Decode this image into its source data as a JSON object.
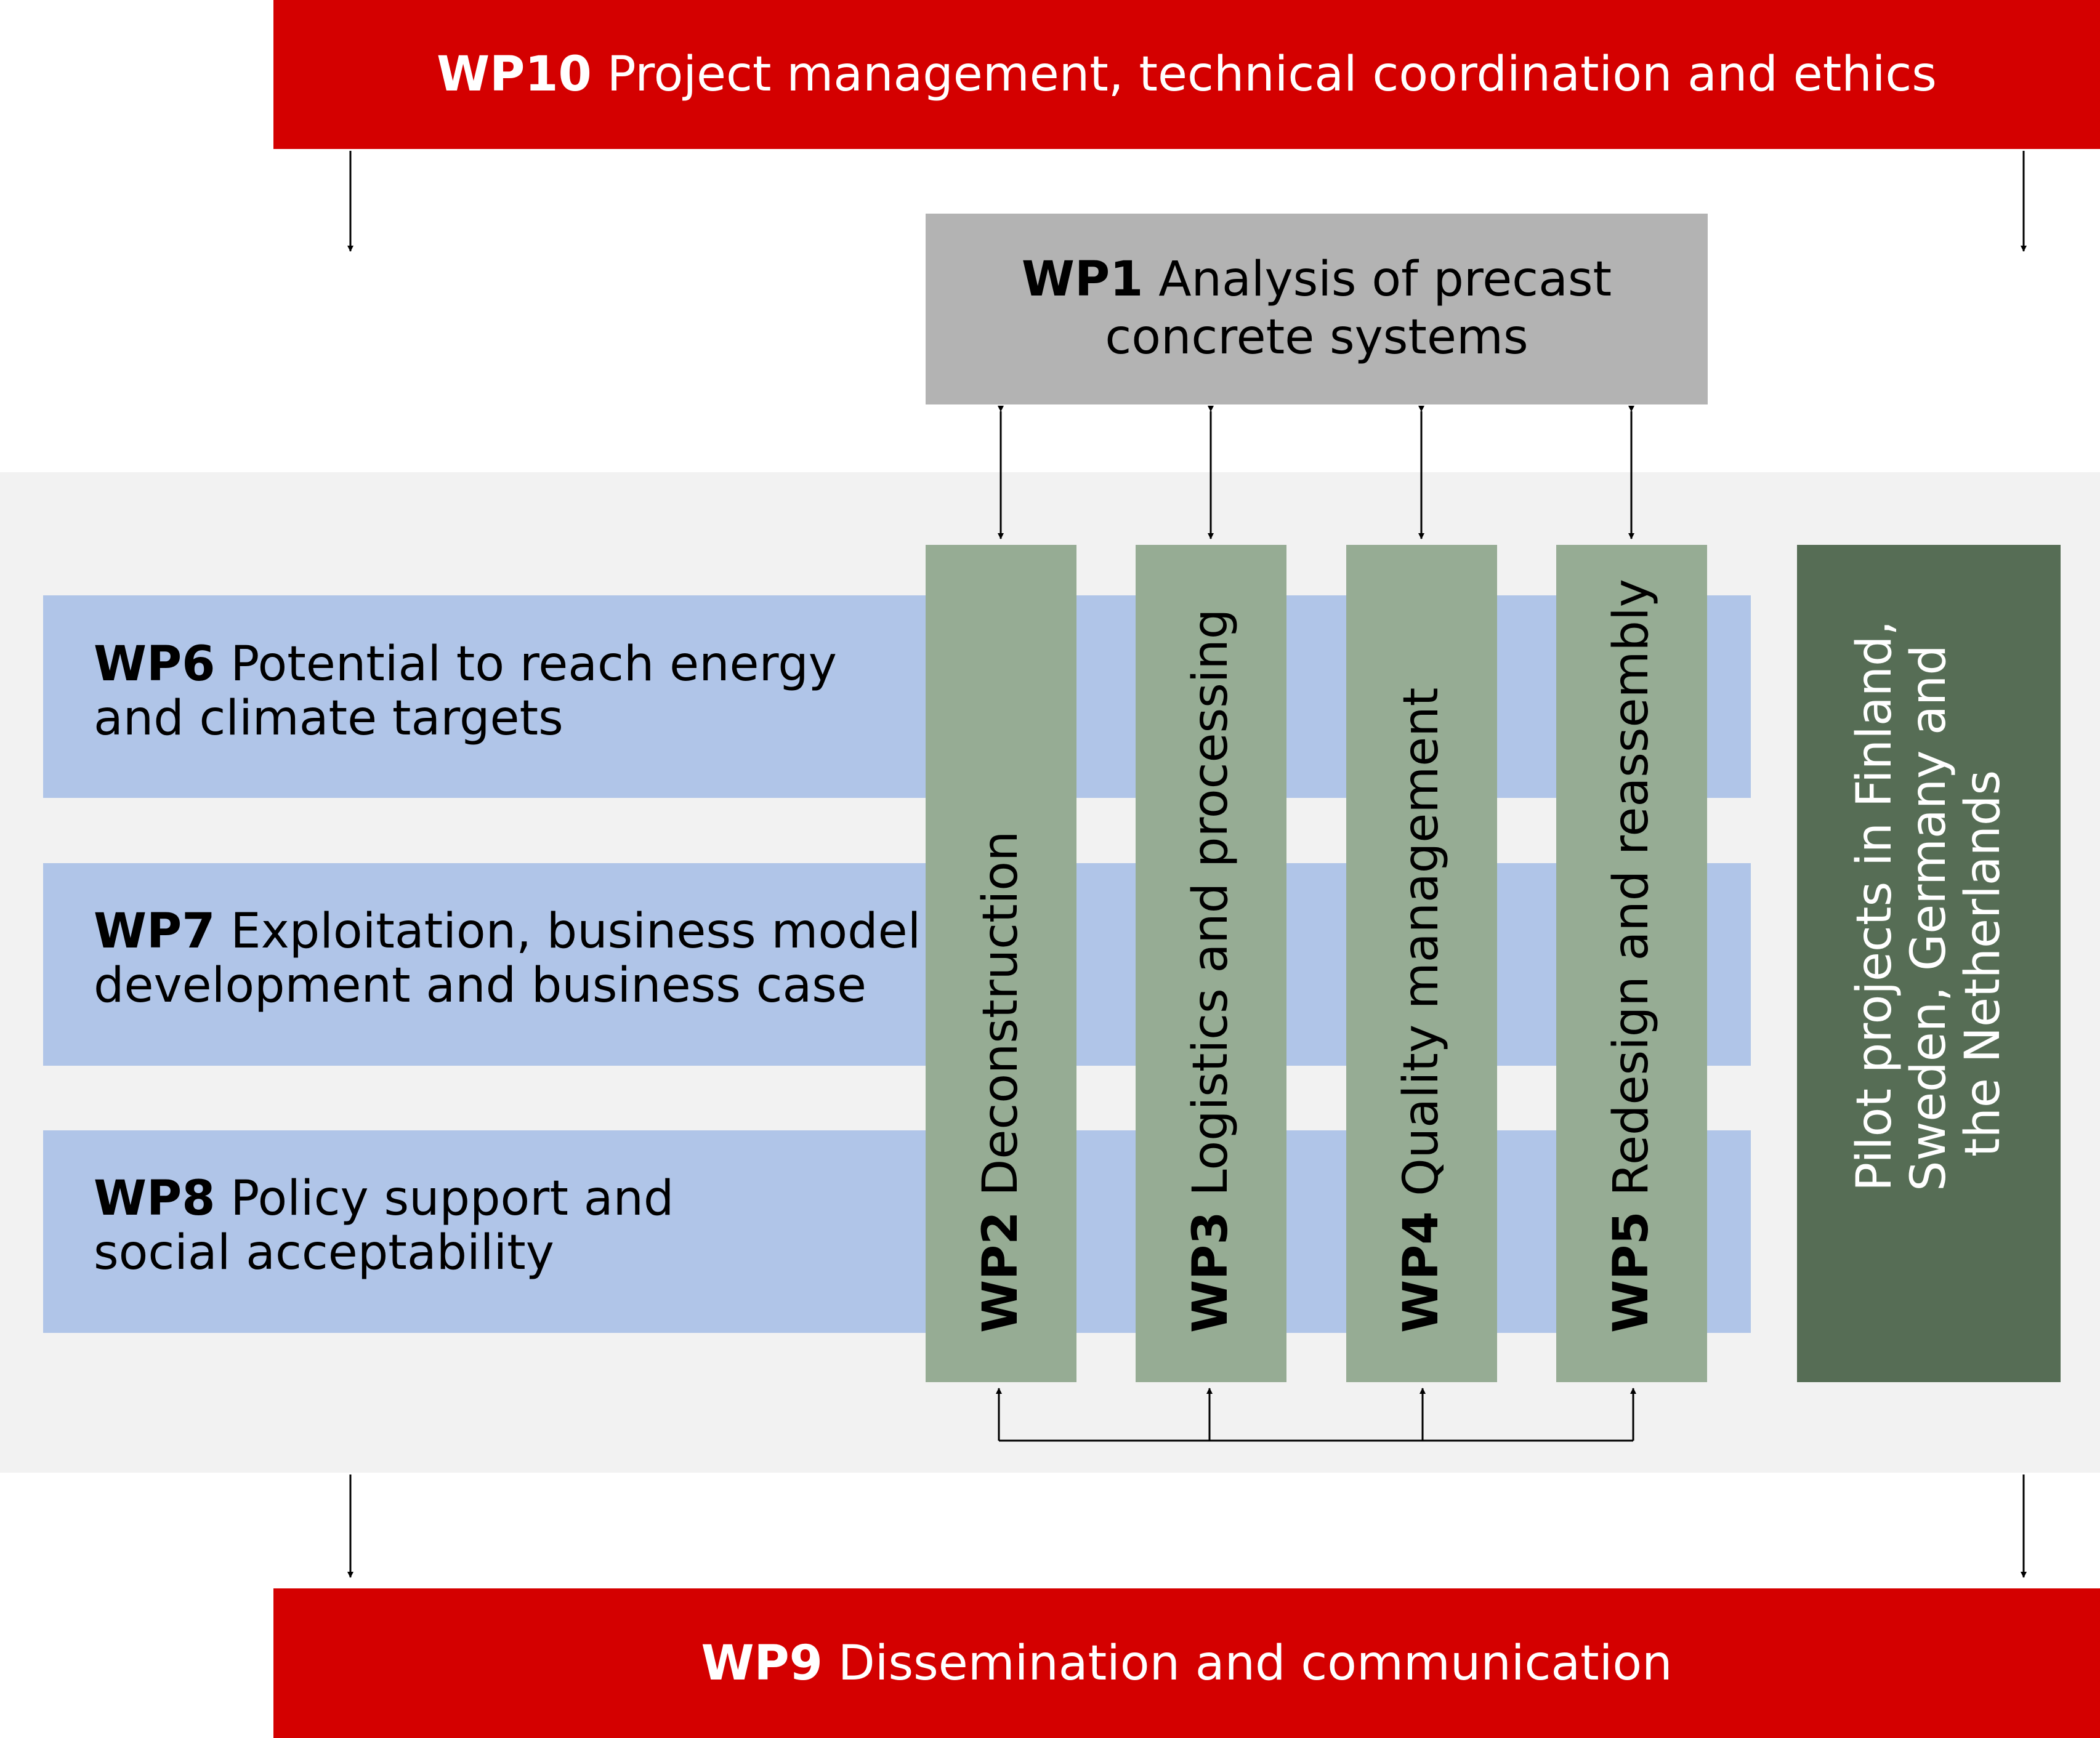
{
  "wp10": {
    "code": "WP10",
    "title": "Project management, technical coordination and ethics"
  },
  "wp1": {
    "code": "WP1",
    "title_line1": "Analysis of precast",
    "title_line2": "concrete systems"
  },
  "wp6": {
    "code": "WP6",
    "title_line1": "Potential to reach energy",
    "title_line2": "and climate targets"
  },
  "wp7": {
    "code": "WP7",
    "title_line1": "Exploitation, business model",
    "title_line2": "development and business case"
  },
  "wp8": {
    "code": "WP8",
    "title_line1": "Policy support and",
    "title_line2": "social acceptability"
  },
  "wp2": {
    "code": "WP2",
    "title": "Deconstruction"
  },
  "wp3": {
    "code": "WP3",
    "title": "Logistics and processing"
  },
  "wp4": {
    "code": "WP4",
    "title": "Quality management"
  },
  "wp5": {
    "code": "WP5",
    "title": "Redesign and reassembly"
  },
  "pilot": {
    "line1": "Pilot projects in Finland,",
    "line2": "Sweden, Germany and",
    "line3": "the Netherlands"
  },
  "wp9": {
    "code": "WP9",
    "title": "Dissemination and communication"
  },
  "colors": {
    "red": "#d40000",
    "panel": "#f2f2f2",
    "blue": "#b0c5e8",
    "grey": "#b3b3b3",
    "green": "#96ac94",
    "dark_green": "#566d55"
  }
}
